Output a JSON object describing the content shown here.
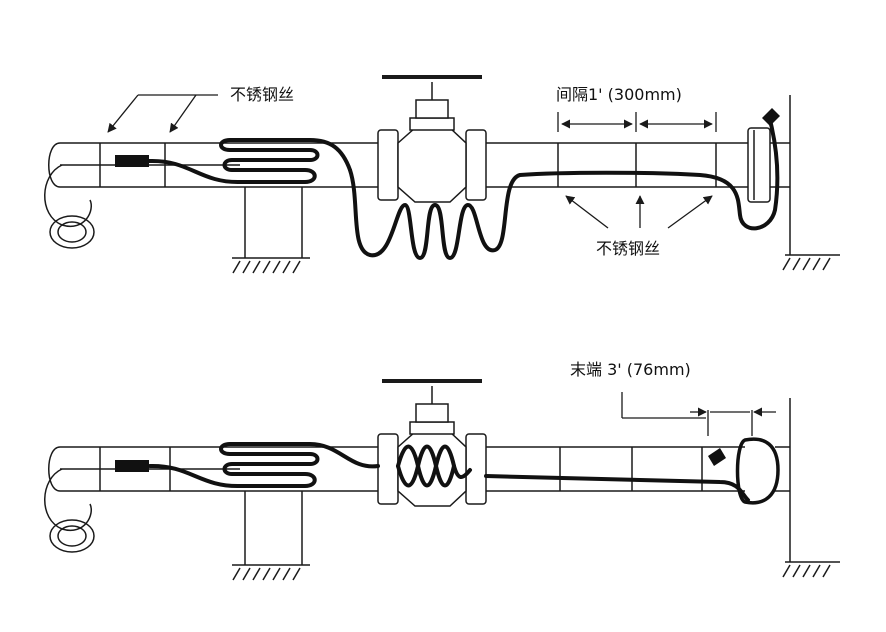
{
  "labels": {
    "top_wire_left": "不锈钢丝",
    "spacing": "间隔1' (300mm)",
    "top_wire_bottom": "不锈钢丝",
    "end": "末端  3' (76mm)"
  },
  "colors": {
    "line": "#1a1a1a",
    "cable": "#111111",
    "background": "#ffffff"
  }
}
